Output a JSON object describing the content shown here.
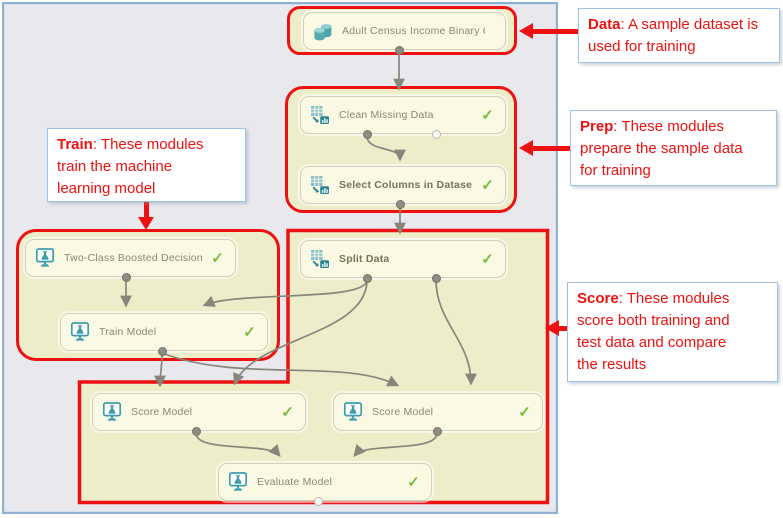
{
  "colors": {
    "annotation_red": "#ee1111",
    "group_outline_red": "#ee1111",
    "canvas_background": "#e9e9ed",
    "group_fill": "#ededca",
    "module_fill": "#f9f9e4",
    "icon_teal": "#3d9dad",
    "check_green": "#7cba3d",
    "note_border_blue": "#9dc3e6",
    "wire_gray": "#86867b"
  },
  "modules": [
    {
      "label": "Adult Census Income Binary C...",
      "icon": "dataset-icon",
      "status_check": ""
    },
    {
      "label": "Clean Missing Data",
      "icon": "transform-icon",
      "status_check": "✓"
    },
    {
      "label": "Select Columns in Dataset",
      "icon": "transform-icon",
      "status_check": "✓"
    },
    {
      "label": "Split Data",
      "icon": "transform-icon",
      "status_check": "✓"
    },
    {
      "label": "Two-Class Boosted Decision T...",
      "icon": "ml-icon",
      "status_check": "✓"
    },
    {
      "label": "Train Model",
      "icon": "ml-icon",
      "status_check": "✓"
    },
    {
      "label": "Score Model",
      "icon": "ml-icon",
      "status_check": "✓"
    },
    {
      "label": "Score Model",
      "icon": "ml-icon",
      "status_check": "✓"
    },
    {
      "label": "Evaluate Model",
      "icon": "ml-icon",
      "status_check": "✓"
    }
  ],
  "annotations": {
    "data": {
      "lead": "Data",
      "line1": ": A sample dataset is",
      "line2": "used for training"
    },
    "prep": {
      "lead": "Prep",
      "line1": ": These modules",
      "line2": "prepare the sample data",
      "line3": "for training"
    },
    "train": {
      "lead": "Train",
      "line1": ": These modules",
      "line2": "train the machine",
      "line3": "learning model"
    },
    "score": {
      "lead": "Score",
      "line1": ": These modules",
      "line2": "score both training and",
      "line3": "test data and compare",
      "line4": "the results"
    }
  }
}
